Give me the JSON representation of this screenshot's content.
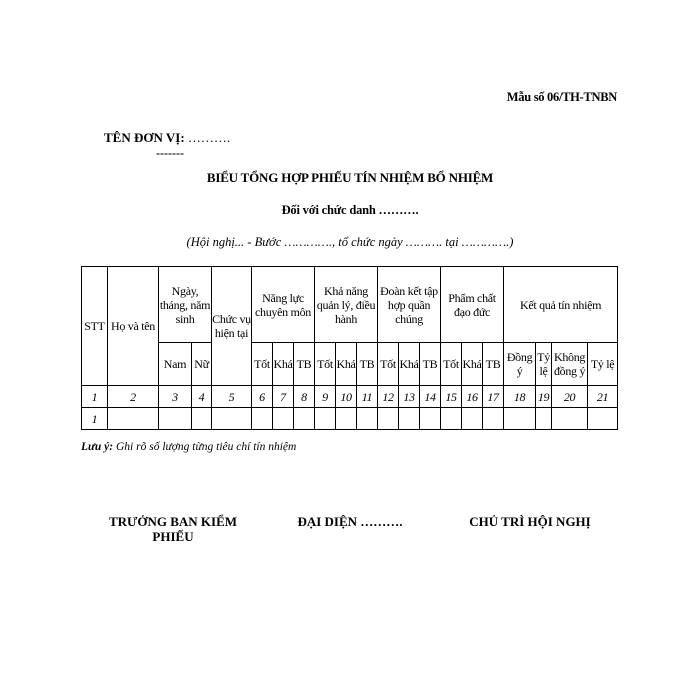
{
  "header": {
    "form_number": "Mẫu số 06/TH-TNBN",
    "unit_label": "TÊN ĐƠN VỊ:",
    "unit_dots": "……….",
    "unit_dash": "-------"
  },
  "title": "BIỂU TỔNG HỢP PHIẾU TÍN NHIỆM BỔ NHIỆM",
  "subtitle": "Đối với chức danh ……….",
  "meeting_line": "(Hội nghị... - Bước …………., tổ chức ngày ………. tại ………….)",
  "table": {
    "header_row1": {
      "stt": "STT",
      "name": "Họ và tên",
      "dob": "Ngày, tháng, năm sinh",
      "position": "Chức vụ hiện tại",
      "competence": "Năng lực chuyên môn",
      "management": "Khả năng quản lý, điều hành",
      "solidarity": "Đoàn kết tập hợp quần chúng",
      "ethics": "Phẩm chất đạo đức",
      "result": "Kết quả tín nhiệm"
    },
    "header_row2": {
      "male": "Nam",
      "female": "Nữ",
      "good_1": "Tốt",
      "fair_1": "Khá",
      "avg_1": "TB",
      "good_2": "Tốt",
      "fair_2": "Khá",
      "avg_2": "TB",
      "good_3": "Tốt",
      "fair_3": "Khá",
      "avg_3": "TB",
      "good_4": "Tốt",
      "fair_4": "Khá",
      "avg_4": "TB",
      "agree": "Đồng ý",
      "ratio_1": "Tỷ lệ",
      "disagree": "Không đồng ý",
      "ratio_2": "Tỷ lệ"
    },
    "column_numbers": [
      "1",
      "2",
      "3",
      "4",
      "5",
      "6",
      "7",
      "8",
      "9",
      "10",
      "11",
      "12",
      "13",
      "14",
      "15",
      "16",
      "17",
      "18",
      "19",
      "20",
      "21"
    ],
    "rows": [
      {
        "stt": "1"
      }
    ]
  },
  "note": {
    "label": "Lưu ý:",
    "text": " Ghi rõ số lượng từng tiêu chí tín nhiệm"
  },
  "signatures": {
    "left": "TRƯỞNG BAN KIỂM PHIẾU",
    "center": "ĐẠI DIỆN ……….",
    "right": "CHỦ TRÌ HỘI NGHỊ"
  }
}
